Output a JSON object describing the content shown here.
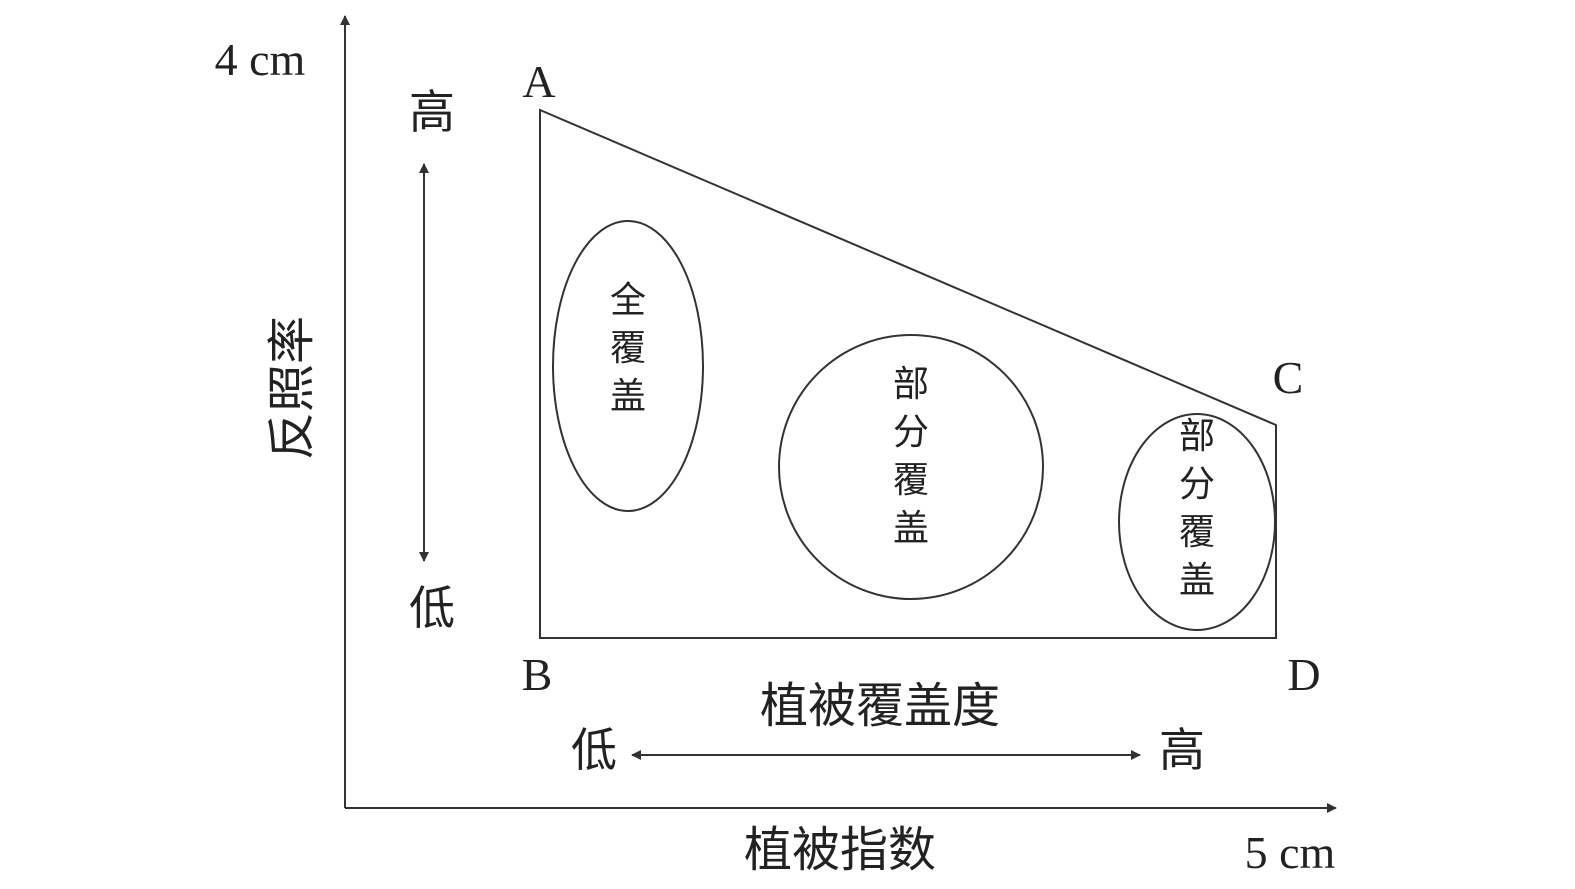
{
  "axes": {
    "y_max_label": "4 cm",
    "x_max_label": "5 cm",
    "y_title": "反照率",
    "x_title": "植被指数"
  },
  "vertical_scale": {
    "high": "高",
    "low": "低"
  },
  "horizontal_scale": {
    "title": "植被覆盖度",
    "low": "低",
    "high": "高"
  },
  "vertices": {
    "a": "A",
    "b": "B",
    "c": "C",
    "d": "D"
  },
  "regions": [
    {
      "label": "全覆盖"
    },
    {
      "label": "部分覆盖"
    },
    {
      "label": "部分覆盖"
    }
  ],
  "colors": {
    "stroke": "#333333",
    "text": "#222222",
    "background": "#ffffff"
  }
}
